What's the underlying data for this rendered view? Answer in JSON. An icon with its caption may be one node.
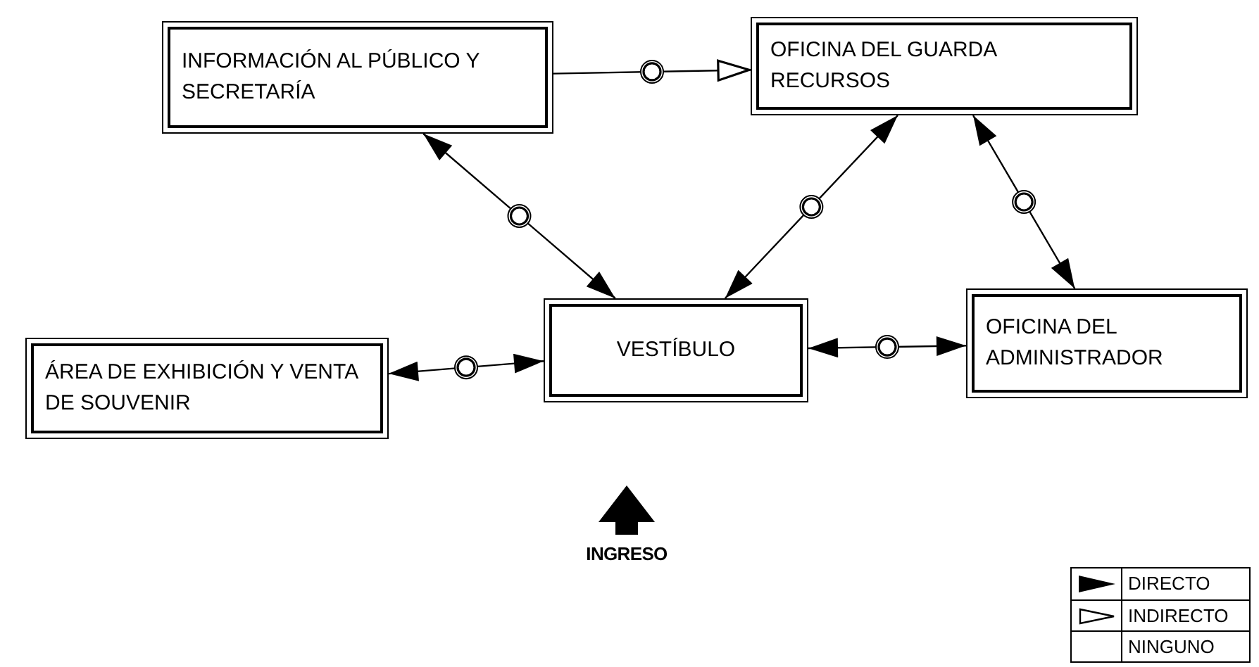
{
  "diagram": {
    "nodes": [
      {
        "text": [
          "INFORMACIÓN AL PÚBLICO Y SECRETARÍA"
        ]
      },
      {
        "text": [
          "OFICINA DEL GUARDA RECURSOS"
        ]
      },
      {
        "text": [
          "ÁREA DE EXHIBICIÓN Y VENTA DE SOUVENIR"
        ]
      },
      {
        "text": [
          "VESTÍBULO"
        ]
      },
      {
        "text": [
          "OFICINA DEL ADMINISTRADOR"
        ]
      }
    ],
    "edges": [
      {
        "from": 0,
        "to": 1,
        "arrow": "to"
      },
      {
        "from": 0,
        "to": 3,
        "arrow": "both"
      },
      {
        "from": 1,
        "to": 3,
        "arrow": "both"
      },
      {
        "from": 1,
        "to": 4,
        "arrow": "both"
      },
      {
        "from": 2,
        "to": 3,
        "arrow": "both"
      },
      {
        "from": 3,
        "to": 4,
        "arrow": "both"
      }
    ],
    "labels": [
      "INGRESO"
    ],
    "legend": [
      {
        "text": "DIRECTO"
      },
      {
        "text": "INDIRECTO"
      },
      {
        "text": "NINGUNO"
      }
    ]
  }
}
